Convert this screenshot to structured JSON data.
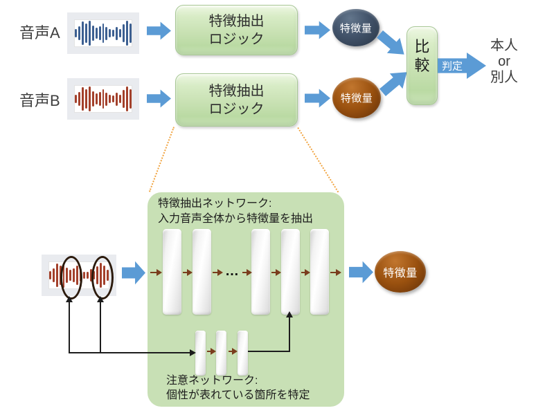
{
  "labels": {
    "voice_a": "音声A",
    "voice_b": "音声B",
    "extract_line1": "特徴抽出",
    "extract_line2": "ロジック",
    "feature": "特徴量",
    "compare": "比較",
    "judge": "判定",
    "result_line1": "本人",
    "result_line2": "or",
    "result_line3": "別人",
    "panel_title_line1": "特徴抽出ネットワーク:",
    "panel_title_line2": "入力音声全体から特徴量を抽出",
    "attention_line1": "注意ネットワーク:",
    "attention_line2": "個性が表れている箇所を特定",
    "ellipsis": "…"
  },
  "colors": {
    "arrow_blue": "#5b9bd5",
    "box_green": "#c8e1b3",
    "panel_green": "#c8e0b5",
    "chip_navy": "#3a4a5e",
    "chip_brown": "#8a4812",
    "waveform_blue": "#3c5f91",
    "waveform_red": "#a3402b",
    "mini_arrow_maroon": "#7a3d1d",
    "dotted_orange": "#f1a33e"
  },
  "waveforms": {
    "a": {
      "color": "#3c5f91",
      "heights": [
        30,
        55,
        90,
        72,
        95,
        60,
        40,
        55,
        74,
        50,
        32,
        28,
        50,
        34,
        66,
        97,
        74
      ]
    },
    "b": {
      "color": "#a3402b",
      "heights": [
        30,
        55,
        90,
        72,
        95,
        60,
        40,
        55,
        74,
        50,
        32,
        28,
        50,
        34,
        66,
        97,
        74
      ]
    },
    "attention_input": {
      "color": "#a3402b",
      "heights": [
        30,
        55,
        90,
        72,
        95,
        60,
        40,
        54,
        72,
        46,
        28,
        25,
        48,
        34,
        66,
        95,
        75,
        40
      ]
    }
  }
}
